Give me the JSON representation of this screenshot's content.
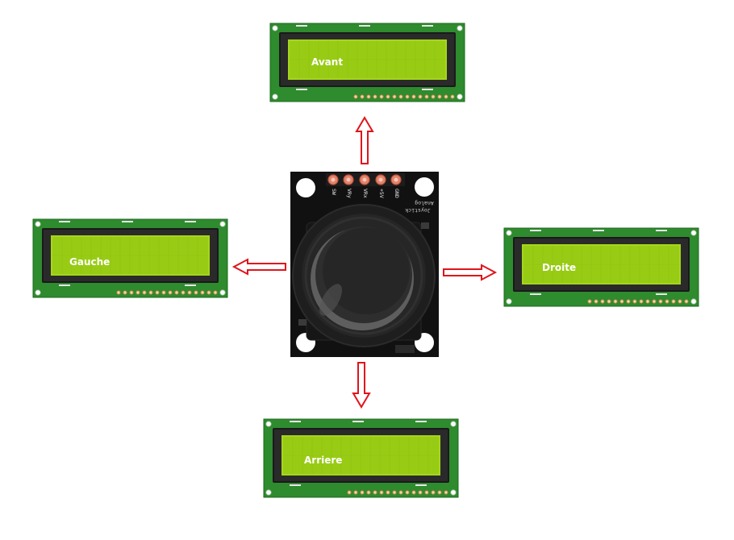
{
  "displays": {
    "forward": {
      "label": "Avant"
    },
    "left": {
      "label": "Gauche"
    },
    "right": {
      "label": "Droite"
    },
    "backward": {
      "label": "Arriere"
    }
  },
  "joystick": {
    "pins": [
      {
        "label": "SW"
      },
      {
        "label": "VRy"
      },
      {
        "label": "VRx"
      },
      {
        "label": "+5V"
      },
      {
        "label": "GND"
      }
    ],
    "brand_line1": "Analog",
    "brand_line2": "Joystick"
  },
  "colors": {
    "pcb_green": "#2e8b2e",
    "lcd_screen": "#a4d61c",
    "arrow_red": "#e0141c",
    "joystick_board": "#111111",
    "pin_copper": "#e2836a"
  }
}
